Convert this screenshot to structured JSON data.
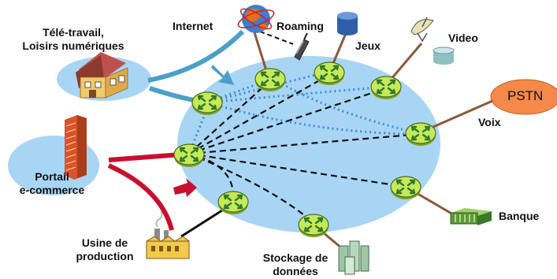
{
  "labels": {
    "teletravail_line1": "Télé-travail,",
    "teletravail_line2": "Loisirs numériques",
    "internet": "Internet",
    "roaming": "Roaming",
    "jeux": "Jeux",
    "video": "Video",
    "pstn": "PSTN",
    "voix": "Voix",
    "portail_line1": "Portail",
    "portail_line2": "e-commerce",
    "usine_line1": "Usine de",
    "usine_line2": "production",
    "stockage_line1": "Stockage de",
    "stockage_line2": "données",
    "banque": "Banque"
  },
  "colors": {
    "network_cloud": "#a9d5f5",
    "left_pools": "#a9d5f5",
    "pstn_fill": "#f5894a",
    "telework_links": "#4aa0c8",
    "commerce_links": "#c8102e",
    "router_fill": "#c6e85a",
    "router_arrow": "#2f7a2f",
    "access_links": "#8a5a3a",
    "core_dotted": "#3a8fd0",
    "core_dashed": "#111111"
  },
  "icons": [
    "house-icon",
    "office-tower-icon",
    "globe-icon",
    "mobile-phone-icon",
    "database-icon",
    "satellite-dish-icon",
    "factory-icon",
    "storage-server-icon",
    "bank-building-icon",
    "router-icon"
  ]
}
